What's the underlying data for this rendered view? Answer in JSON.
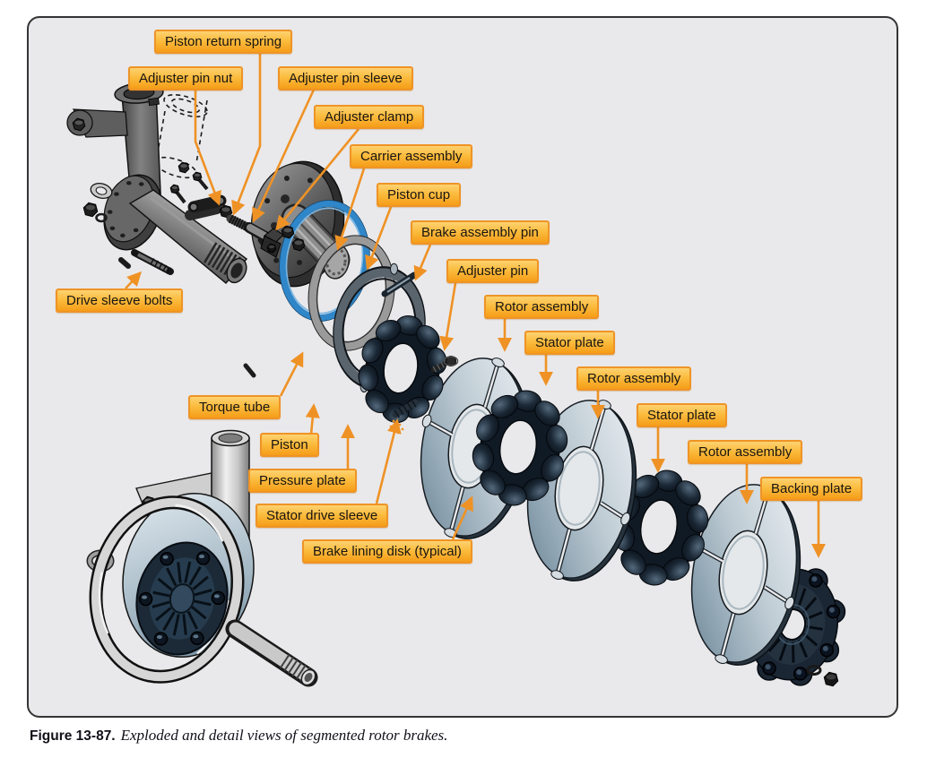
{
  "figure": {
    "caption_label": "Figure 13-87.",
    "caption_text": "Exploded and detail views of segmented rotor brakes."
  },
  "colors": {
    "label_gradient_top": "#fdd271",
    "label_gradient_bottom": "#f59d18",
    "label_border": "#ef9426",
    "leader_line": "#ef9225",
    "panel_background": "#e9e9eb",
    "piston_cup_ring_blue": "#2f86c8"
  },
  "labels": [
    {
      "id": "piston-return-spring",
      "text": "Piston return spring"
    },
    {
      "id": "adjuster-pin-nut",
      "text": "Adjuster pin nut"
    },
    {
      "id": "adjuster-pin-sleeve",
      "text": "Adjuster pin sleeve"
    },
    {
      "id": "adjuster-clamp",
      "text": "Adjuster clamp"
    },
    {
      "id": "carrier-assembly",
      "text": "Carrier assembly"
    },
    {
      "id": "piston-cup",
      "text": "Piston cup"
    },
    {
      "id": "brake-assembly-pin",
      "text": "Brake assembly pin"
    },
    {
      "id": "adjuster-pin",
      "text": "Adjuster pin"
    },
    {
      "id": "rotor-assembly-1",
      "text": "Rotor assembly"
    },
    {
      "id": "stator-plate-1",
      "text": "Stator plate"
    },
    {
      "id": "rotor-assembly-2",
      "text": "Rotor assembly"
    },
    {
      "id": "stator-plate-2",
      "text": "Stator plate"
    },
    {
      "id": "rotor-assembly-3",
      "text": "Rotor assembly"
    },
    {
      "id": "backing-plate",
      "text": "Backing plate"
    },
    {
      "id": "drive-sleeve-bolts",
      "text": "Drive sleeve bolts"
    },
    {
      "id": "torque-tube",
      "text": "Torque tube"
    },
    {
      "id": "piston",
      "text": "Piston"
    },
    {
      "id": "pressure-plate",
      "text": "Pressure plate"
    },
    {
      "id": "stator-drive-sleeve",
      "text": "Stator drive sleeve"
    },
    {
      "id": "brake-lining-disk",
      "text": "Brake lining disk (typical)"
    }
  ]
}
